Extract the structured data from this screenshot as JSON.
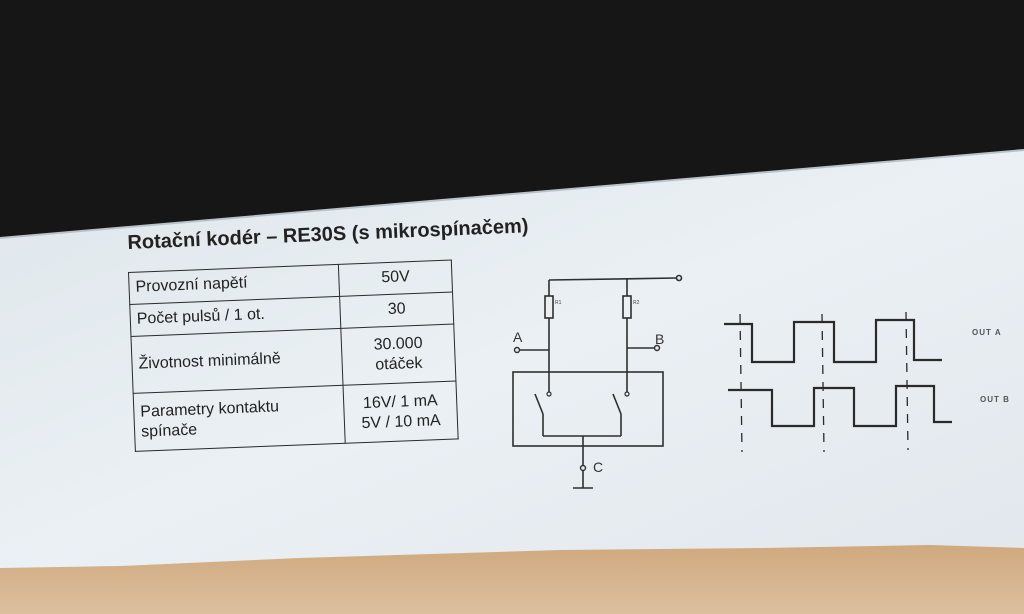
{
  "document": {
    "title": "Rotační kodér – RE30S (s mikrospínačem)",
    "specs": [
      {
        "label": "Provozní napětí",
        "value": "50V"
      },
      {
        "label": "Počet pulsů / 1 ot.",
        "value": "30"
      },
      {
        "label": "Životnost minimálně",
        "value": "30.000 otáček"
      },
      {
        "label": "Parametry kontaktu spínače",
        "value_lines": [
          "16V/ 1 mA",
          "5V / 10 mA"
        ]
      }
    ]
  },
  "schematic": {
    "terminal_a": "A",
    "terminal_b": "B",
    "terminal_c": "C",
    "resistor_1": "R1",
    "resistor_2": "R2"
  },
  "waveforms": {
    "out_a_label": "OUT A",
    "out_b_label": "OUT B"
  },
  "colors": {
    "background": "#1a1a1a",
    "paper": "#e6edf2",
    "ink": "#2a2a2a",
    "desk": "#d3b28b"
  }
}
